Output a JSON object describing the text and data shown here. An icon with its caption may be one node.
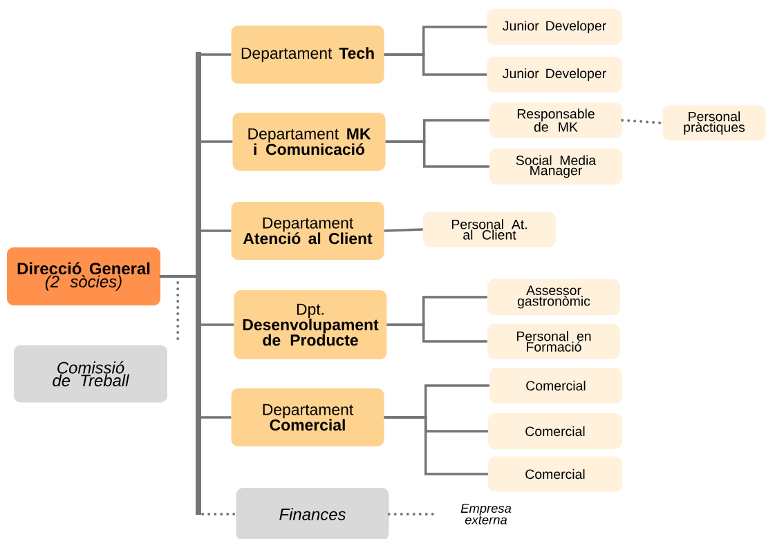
{
  "diagram": {
    "nodes": [
      {
        "text": [
          "Direcció General",
          "(2 sòcies)"
        ]
      },
      {
        "text": [
          "Comissió de Treball"
        ]
      },
      {
        "text": [
          "Departament **Tech**"
        ]
      },
      {
        "text": [
          "Departament **MK i Comunicació**"
        ]
      },
      {
        "text": [
          "Departament **Atenció al Client**"
        ]
      },
      {
        "text": [
          "Dpt. **Desenvolupament de Producte**"
        ]
      },
      {
        "text": [
          "Departament **Comercial**"
        ]
      },
      {
        "text": [
          "Finances"
        ]
      },
      {
        "text": [
          "Junior Developer"
        ]
      },
      {
        "text": [
          "Junior Developer"
        ]
      },
      {
        "text": [
          "Responsable de MK"
        ]
      },
      {
        "text": [
          "Personal pràctiques"
        ]
      },
      {
        "text": [
          "Social Media Manager"
        ]
      },
      {
        "text": [
          "Personal At. al Client"
        ]
      },
      {
        "text": [
          "Assessor gastronòmic"
        ]
      },
      {
        "text": [
          "Personal en Formació"
        ]
      },
      {
        "text": [
          "Comercial"
        ]
      },
      {
        "text": [
          "Comercial"
        ]
      },
      {
        "text": [
          "Comercial"
        ]
      },
      {
        "text": [
          "Empresa externa"
        ]
      }
    ],
    "edges": [
      {
        "from": 0,
        "to": 2,
        "arrow": "none"
      },
      {
        "from": 0,
        "to": 3,
        "arrow": "none"
      },
      {
        "from": 0,
        "to": 4,
        "arrow": "none"
      },
      {
        "from": 0,
        "to": 5,
        "arrow": "none"
      },
      {
        "from": 0,
        "to": 6,
        "arrow": "none"
      },
      {
        "from": 0,
        "to": 7,
        "arrow": "none",
        "style": "dashed"
      },
      {
        "from": 0,
        "to": 1,
        "arrow": "none",
        "style": "dashed"
      },
      {
        "from": 2,
        "to": 8,
        "arrow": "none"
      },
      {
        "from": 2,
        "to": 9,
        "arrow": "none"
      },
      {
        "from": 3,
        "to": 10,
        "arrow": "none"
      },
      {
        "from": 3,
        "to": 12,
        "arrow": "none"
      },
      {
        "from": 10,
        "to": 11,
        "arrow": "none",
        "style": "dashed"
      },
      {
        "from": 4,
        "to": 13,
        "arrow": "none"
      },
      {
        "from": 5,
        "to": 14,
        "arrow": "none"
      },
      {
        "from": 5,
        "to": 15,
        "arrow": "none"
      },
      {
        "from": 6,
        "to": 16,
        "arrow": "none"
      },
      {
        "from": 6,
        "to": 17,
        "arrow": "none"
      },
      {
        "from": 6,
        "to": 18,
        "arrow": "none"
      },
      {
        "from": 7,
        "to": 19,
        "arrow": "none",
        "style": "dashed"
      }
    ]
  }
}
